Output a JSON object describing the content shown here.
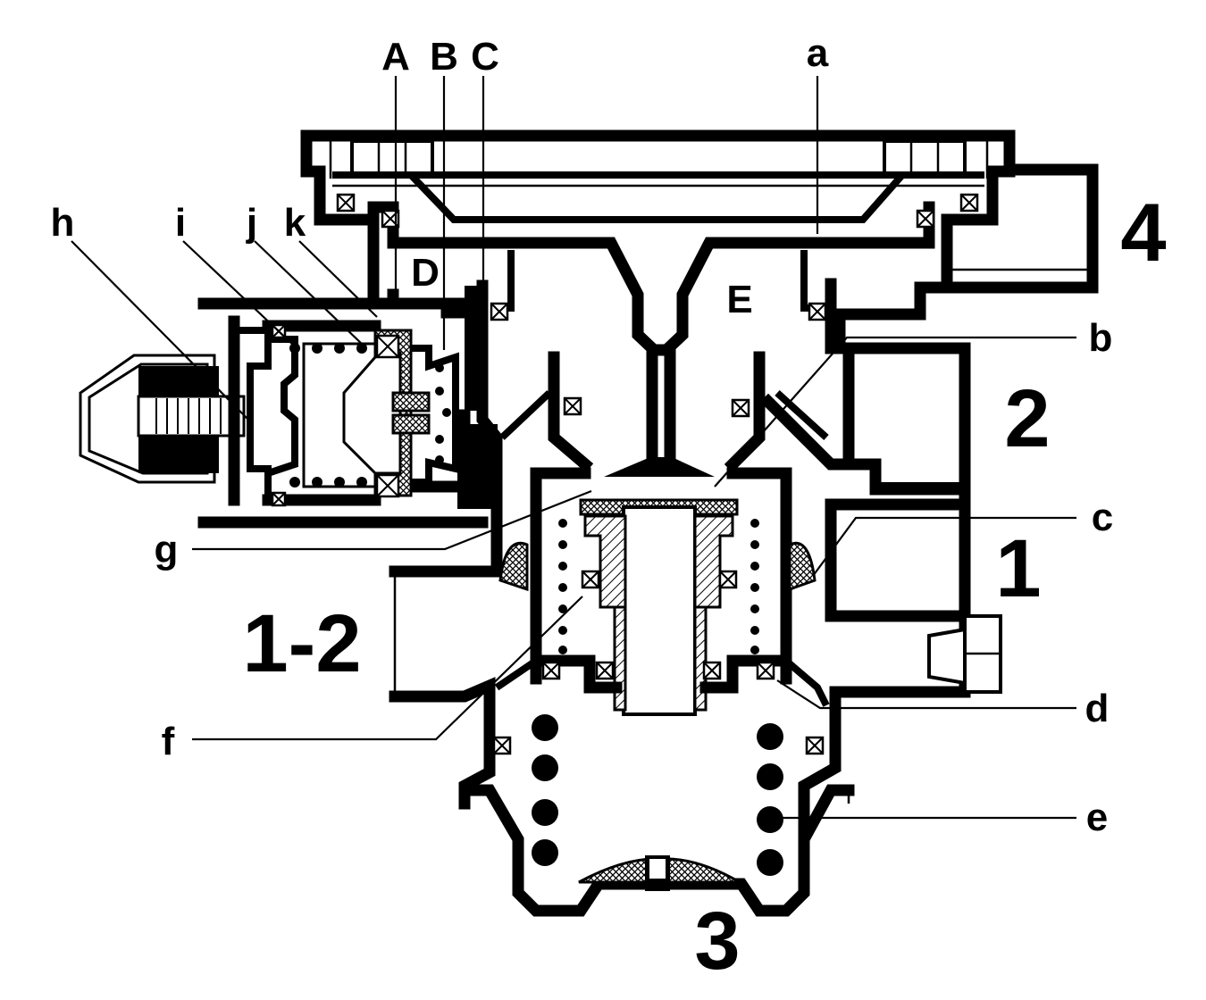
{
  "labels": {
    "A": "A",
    "B": "B",
    "C": "C",
    "D": "D",
    "E": "E",
    "a": "a",
    "b": "b",
    "c": "c",
    "d": "d",
    "e": "e",
    "f": "f",
    "g": "g",
    "h": "h",
    "i": "i",
    "j": "j",
    "k": "k"
  },
  "ports": {
    "p1": "1",
    "p2": "2",
    "p3": "3",
    "p4": "4",
    "p12": "1-2"
  },
  "colors": {
    "ink": "#000000",
    "paper": "#ffffff"
  }
}
